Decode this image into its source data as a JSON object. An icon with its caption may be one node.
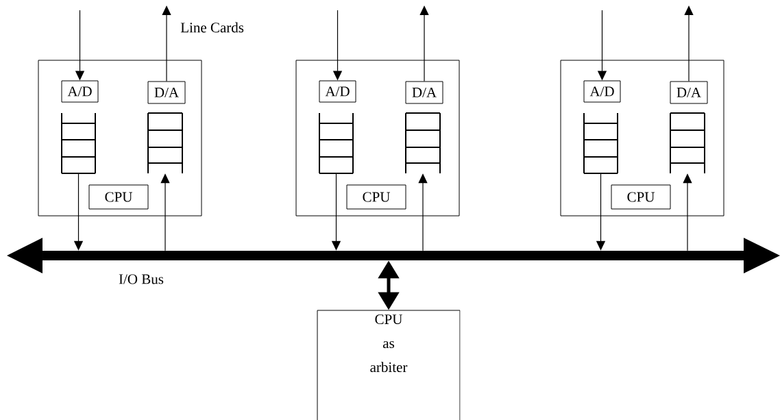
{
  "diagram": {
    "nodes": [
      {
        "text": [],
        "shape": "box"
      },
      {
        "text": [
          "A/D"
        ],
        "in": 0
      },
      {
        "text": [
          "D/A"
        ],
        "in": 0
      },
      {
        "text": [],
        "shape": "queue",
        "in": 0
      },
      {
        "text": [],
        "shape": "queue",
        "in": 0
      },
      {
        "text": [
          "CPU"
        ],
        "in": 0
      },
      {
        "text": [],
        "shape": "box"
      },
      {
        "text": [
          "A/D"
        ],
        "in": 6
      },
      {
        "text": [
          "D/A"
        ],
        "in": 6
      },
      {
        "text": [],
        "shape": "queue",
        "in": 6
      },
      {
        "text": [],
        "shape": "queue",
        "in": 6
      },
      {
        "text": [
          "CPU"
        ],
        "in": 6
      },
      {
        "text": [],
        "shape": "box"
      },
      {
        "text": [
          "A/D"
        ],
        "in": 12
      },
      {
        "text": [
          "D/A"
        ],
        "in": 12
      },
      {
        "text": [],
        "shape": "queue",
        "in": 12
      },
      {
        "text": [],
        "shape": "queue",
        "in": 12
      },
      {
        "text": [
          "CPU"
        ],
        "in": 12
      },
      {
        "text": [],
        "shape": "bar",
        "beside": [
          "I/O Bus"
        ]
      },
      {
        "text": [
          "CPU as arbiter"
        ]
      }
    ],
    "edges": [
      {
        "from": null,
        "to": 1,
        "arrow": "to"
      },
      {
        "from": 2,
        "to": null,
        "arrow": "to"
      },
      {
        "from": 3,
        "to": 18,
        "arrow": "to"
      },
      {
        "from": 18,
        "to": 4,
        "arrow": "to"
      },
      {
        "from": null,
        "to": 7,
        "arrow": "to"
      },
      {
        "from": 8,
        "to": null,
        "arrow": "to"
      },
      {
        "from": 9,
        "to": 18,
        "arrow": "to"
      },
      {
        "from": 18,
        "to": 10,
        "arrow": "to"
      },
      {
        "from": null,
        "to": 13,
        "arrow": "to"
      },
      {
        "from": 14,
        "to": null,
        "arrow": "to"
      },
      {
        "from": 15,
        "to": 18,
        "arrow": "to"
      },
      {
        "from": 18,
        "to": 16,
        "arrow": "to"
      },
      {
        "from": 18,
        "to": 19,
        "arrow": "both",
        "style": "thick"
      }
    ],
    "labels": [
      "Line Cards"
    ]
  }
}
